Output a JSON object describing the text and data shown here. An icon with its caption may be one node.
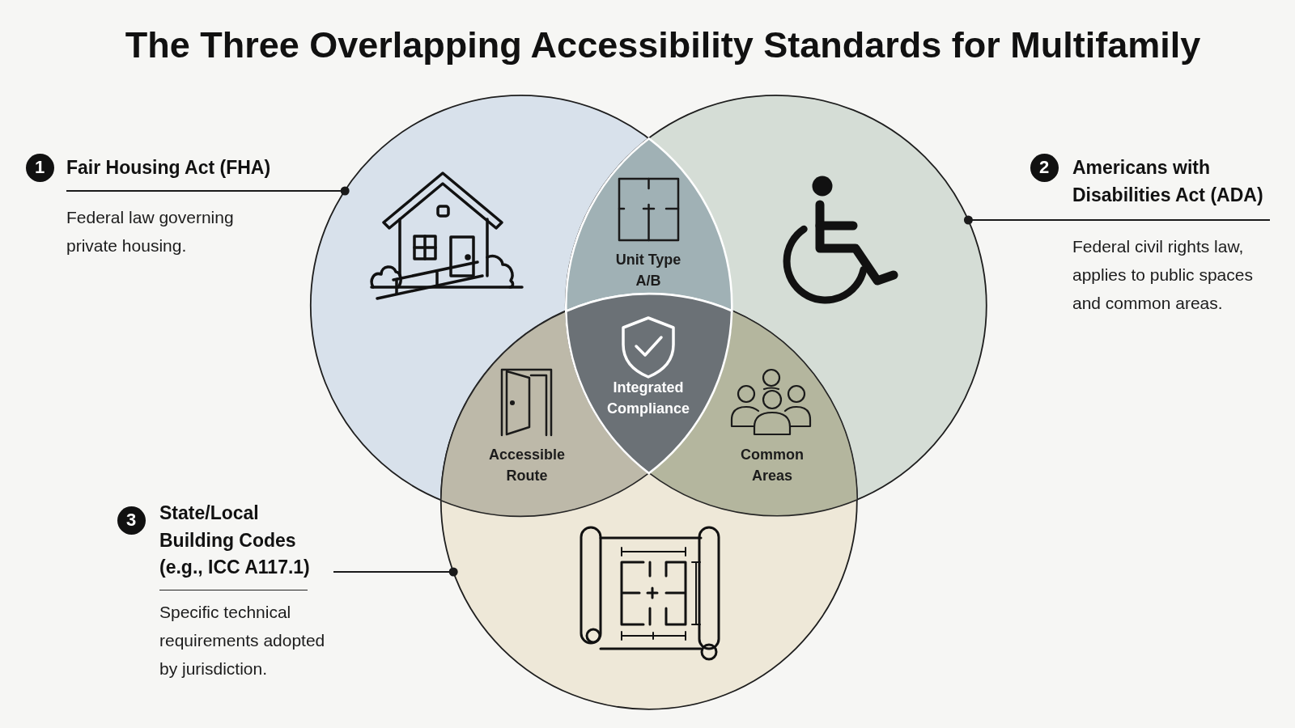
{
  "diagram": {
    "title": "The Three Overlapping Accessibility Standards for Multifamily",
    "nodes": [
      {
        "text": [],
        "shape": "circle"
      },
      {
        "text": [],
        "shape": "circle"
      },
      {
        "text": [],
        "shape": "circle"
      },
      {
        "text": [
          "Unit Type A/B"
        ]
      },
      {
        "text": [
          "Integrated Compliance"
        ]
      },
      {
        "text": [
          "Accessible Route"
        ]
      },
      {
        "text": [
          "Common Areas"
        ]
      },
      {
        "text": [
          "1"
        ]
      },
      {
        "text": [
          "Fair Housing Act (FHA)",
          "Federal law governing private housing."
        ]
      },
      {
        "text": [
          "2"
        ]
      },
      {
        "text": [
          "Americans with Disabilities Act (ADA)",
          "Federal civil rights law, applies to public spaces and common areas."
        ]
      },
      {
        "text": [
          "3"
        ]
      },
      {
        "text": [
          "State/Local Building Codes (e.g., ICC A117.1)",
          "Specific technical requirements adopted by jurisdiction."
        ]
      }
    ],
    "edges": [
      {
        "from": 8,
        "to": 0,
        "arrow": "other"
      },
      {
        "from": 10,
        "to": 1,
        "arrow": "other"
      },
      {
        "from": 12,
        "to": 2,
        "arrow": "other"
      }
    ]
  }
}
